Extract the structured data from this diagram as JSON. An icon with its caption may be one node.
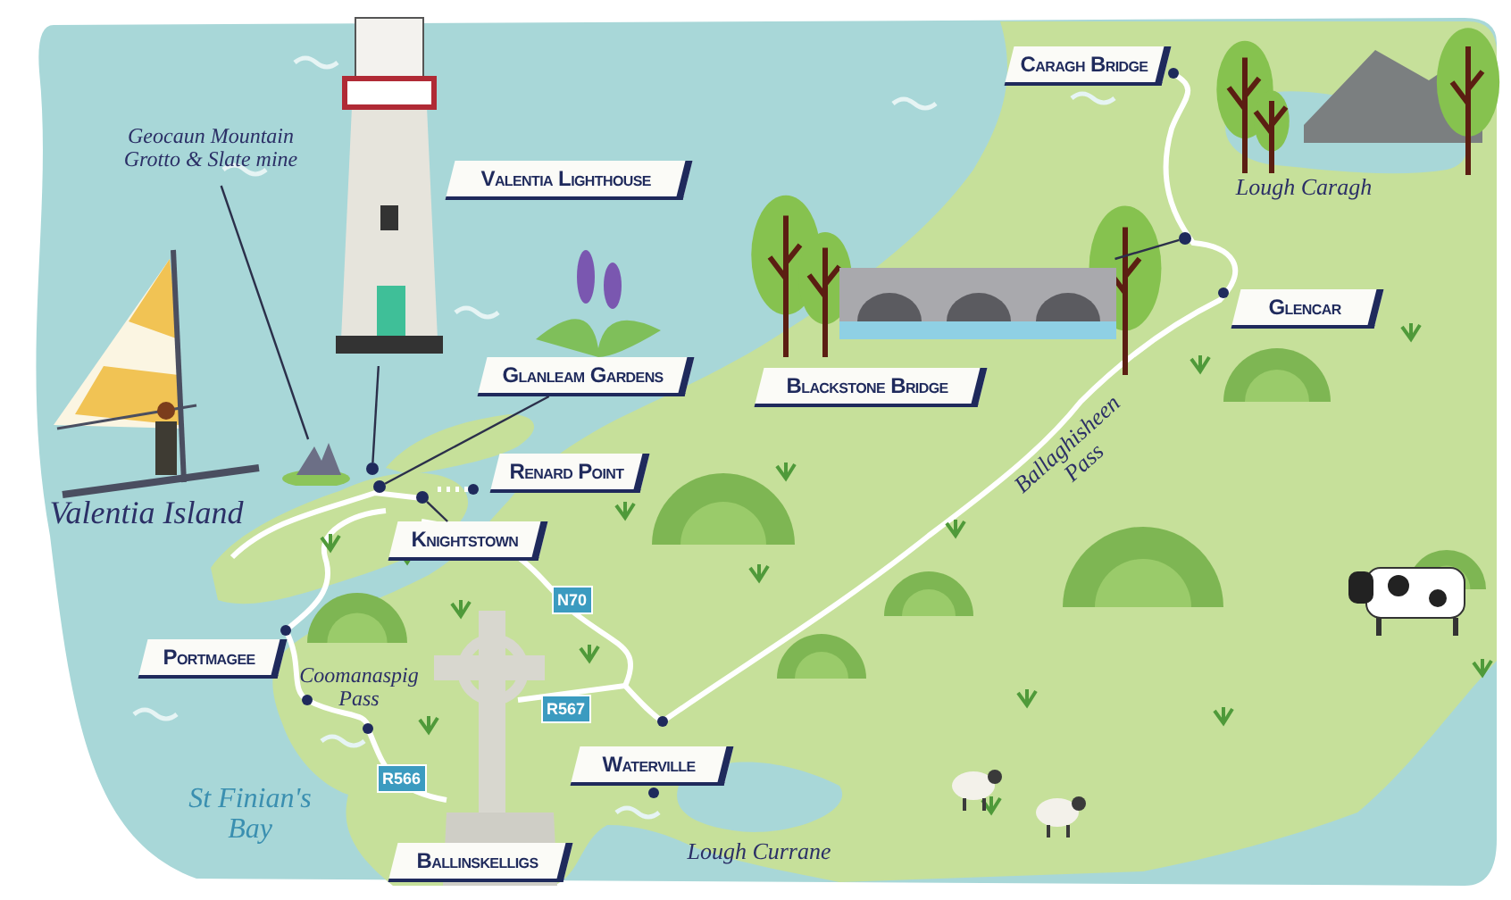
{
  "diagram": {
    "nodes": [
      {
        "text": [
          "Geocaun Mountain Grotto & Slate mine"
        ]
      },
      {
        "text": [
          "Valentia Lighthouse"
        ]
      },
      {
        "text": [
          "Glanleam Gardens"
        ]
      },
      {
        "text": [
          "Renard Point"
        ]
      },
      {
        "text": [
          "Knightstown"
        ]
      },
      {
        "text": [
          "Portmagee"
        ]
      },
      {
        "text": [
          "Waterville"
        ]
      },
      {
        "text": [
          "Ballinskelligs"
        ]
      },
      {
        "text": [
          "Caragh Bridge"
        ]
      },
      {
        "text": [
          "Blackstone Bridge"
        ]
      },
      {
        "text": [
          "Glencar"
        ]
      },
      {
        "text": [],
        "shape": "picture"
      },
      {
        "text": [],
        "shape": "picture"
      },
      {
        "text": [],
        "shape": "circle"
      },
      {
        "text": [],
        "shape": "circle"
      },
      {
        "text": [],
        "shape": "circle"
      },
      {
        "text": [],
        "shape": "picture"
      },
      {
        "text": [],
        "shape": "circle"
      }
    ],
    "edges": [
      {
        "from": 0,
        "to": 11,
        "arrow": "none"
      },
      {
        "from": 12,
        "to": 13,
        "arrow": "none"
      },
      {
        "from": 2,
        "to": 14,
        "arrow": "none"
      },
      {
        "from": 15,
        "to": 4,
        "arrow": "none"
      },
      {
        "from": 16,
        "to": 17,
        "arrow": "none"
      }
    ],
    "labels": [
      "Valentia Island",
      "Lough Caragh",
      "Ballaghisheen Pass",
      "N70",
      "Coomanaspig Pass",
      "R567",
      "R566",
      "St Finian's Bay",
      "Lough Currane"
    ]
  }
}
